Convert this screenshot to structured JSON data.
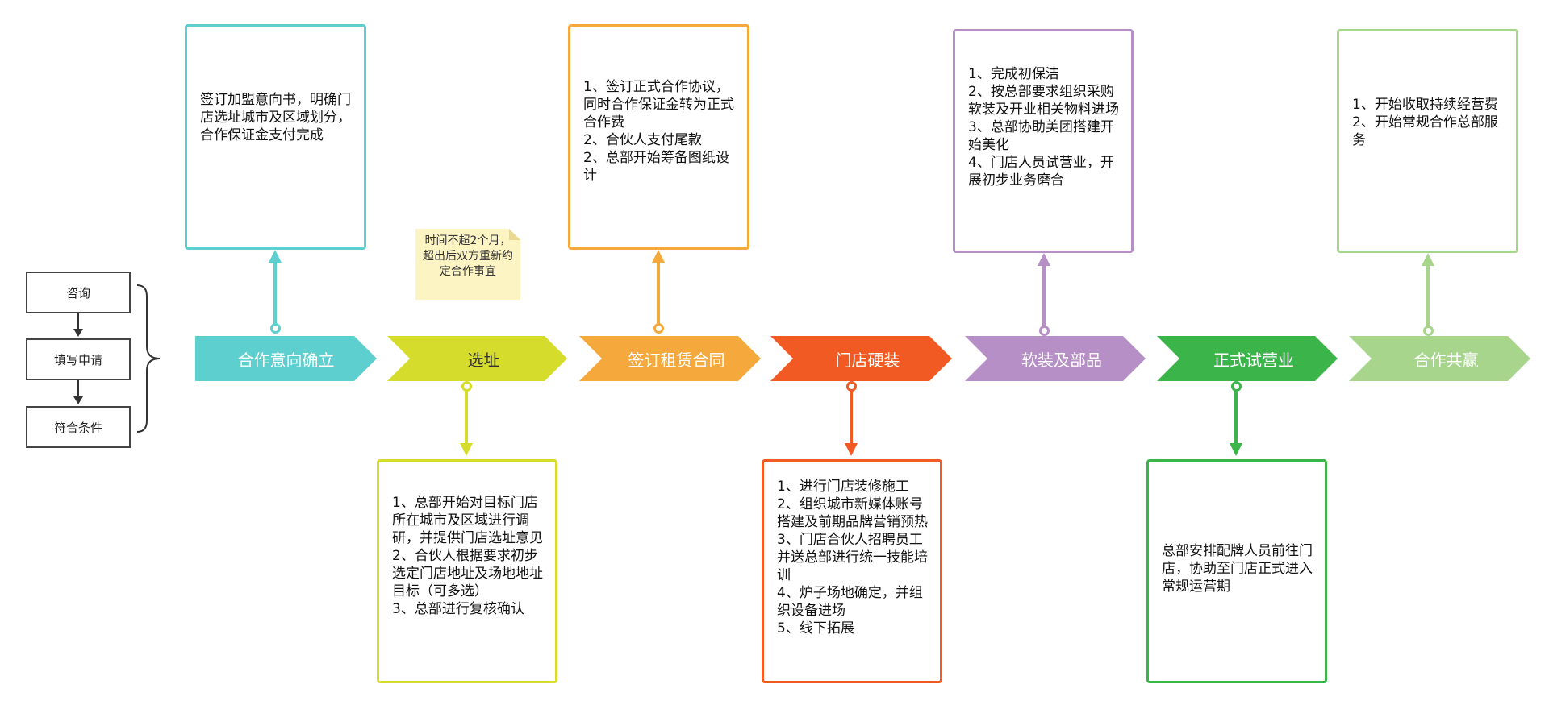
{
  "pre_steps": [
    "咨询",
    "填写申请",
    "符合条件"
  ],
  "stages": [
    {
      "label": "合作意向确立",
      "color": "#5ecfcf"
    },
    {
      "label": "选址",
      "color": "#d6dc2b"
    },
    {
      "label": "签订租赁合同",
      "color": "#f5a93c"
    },
    {
      "label": "门店硬装",
      "color": "#f15a22"
    },
    {
      "label": "软装及部品",
      "color": "#b78fc7"
    },
    {
      "label": "正式试营业",
      "color": "#3bb54a"
    },
    {
      "label": "合作共赢",
      "color": "#a8d58c"
    }
  ],
  "descriptions": {
    "intent": "签订加盟意向书，明确门店选址城市及区域划分，合作保证金支付完成",
    "site": "1、总部开始对目标门店所在城市及区域进行调研，并提供门店选址意见\n2、合伙人根据要求初步选定门店地址及场地地址目标（可多选）\n3、总部进行复核确认",
    "lease": "1、签订正式合作协议，同时合作保证金转为正式合作费\n2、合伙人支付尾款\n2、总部开始筹备图纸设计",
    "hard": "1、进行门店装修施工\n2、组织城市新媒体账号搭建及前期品牌营销预热\n3、门店合伙人招聘员工并送总部进行统一技能培训\n4、炉子场地确定，并组织设备进场\n5、线下拓展",
    "soft": "1、完成初保洁\n2、按总部要求组织采购软装及开业相关物料进场\n3、总部协助美团搭建开始美化\n4、门店人员试营业，开展初步业务磨合",
    "trial": "总部安排配牌人员前往门店，协助至门店正式进入常规运营期",
    "win": "1、开始收取持续经营费\n2、开始常规合作总部服务"
  },
  "note": "时间不超2个月，超出后双方重新约定合作事宜"
}
